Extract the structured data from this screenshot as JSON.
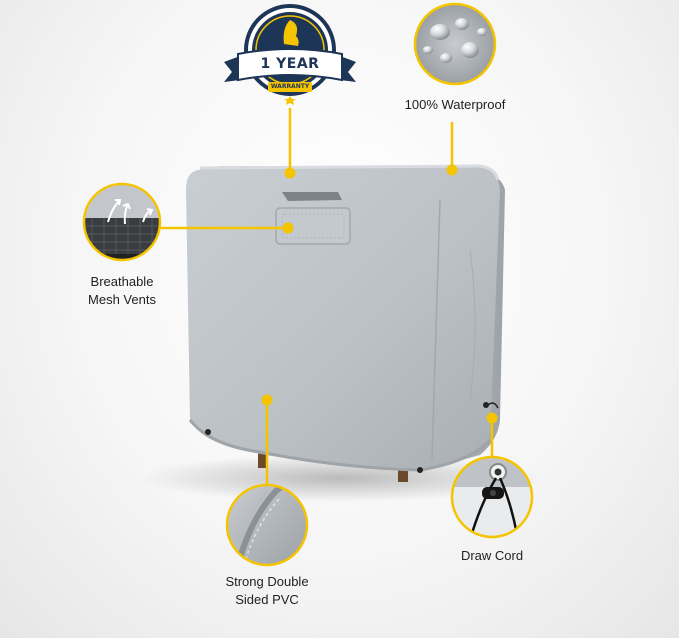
{
  "badge": {
    "main": "1 YEAR",
    "sub": "WARRANTY"
  },
  "callouts": {
    "waterproof": "100% Waterproof",
    "vents_line1": "Breathable",
    "vents_line2": "Mesh Vents",
    "pvc_line1": "Strong Double",
    "pvc_line2": "Sided PVC",
    "drawcord": "Draw Cord"
  },
  "colors": {
    "accent": "#f5c400",
    "badge_navy": "#1d3557",
    "cover_gray": "#b7bcc1"
  }
}
